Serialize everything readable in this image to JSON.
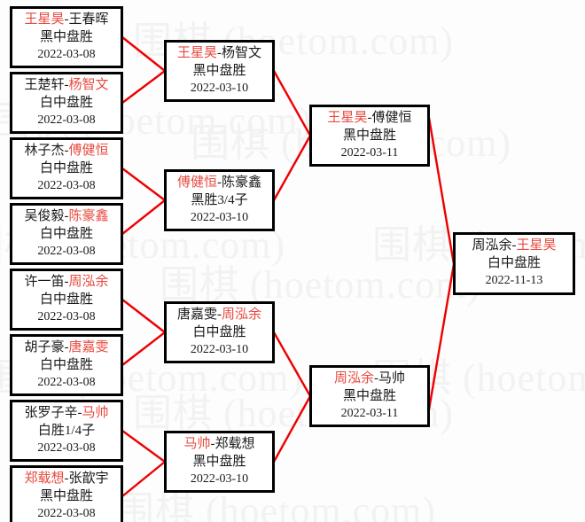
{
  "watermark": {
    "text": "围棋 (hoetom.com)",
    "color": "#f2f2f2"
  },
  "colors": {
    "winner": "#e8493f",
    "connector": "#ee0000",
    "box_border": "#000000",
    "background": "#fdfdfd",
    "text": "#1a1a1a"
  },
  "bracket": {
    "rounds": [
      {
        "name": "round-of-16",
        "matches": [
          {
            "left_player": "王星昊",
            "right_player": "王春晖",
            "winner_side": "left",
            "result": "黑中盘胜",
            "date": "2022-03-08"
          },
          {
            "left_player": "王楚轩",
            "right_player": "杨智文",
            "winner_side": "right",
            "result": "白中盘胜",
            "date": "2022-03-08"
          },
          {
            "left_player": "林子杰",
            "right_player": "傅健恒",
            "winner_side": "right",
            "result": "白中盘胜",
            "date": "2022-03-08"
          },
          {
            "left_player": "吴俊毅",
            "right_player": "陈豪鑫",
            "winner_side": "right",
            "result": "白中盘胜",
            "date": "2022-03-08"
          },
          {
            "left_player": "许一笛",
            "right_player": "周泓余",
            "winner_side": "right",
            "result": "白中盘胜",
            "date": "2022-03-08"
          },
          {
            "left_player": "胡子豪",
            "right_player": "唐嘉雯",
            "winner_side": "right",
            "result": "白中盘胜",
            "date": "2022-03-08"
          },
          {
            "left_player": "张罗子辛",
            "right_player": "马帅",
            "winner_side": "right",
            "result": "白胜1/4子",
            "date": "2022-03-08"
          },
          {
            "left_player": "郑载想",
            "right_player": "张歆宇",
            "winner_side": "left",
            "result": "黑中盘胜",
            "date": "2022-03-08"
          }
        ]
      },
      {
        "name": "quarterfinals",
        "matches": [
          {
            "left_player": "王星昊",
            "right_player": "杨智文",
            "winner_side": "left",
            "result": "黑中盘胜",
            "date": "2022-03-10"
          },
          {
            "left_player": "傅健恒",
            "right_player": "陈豪鑫",
            "winner_side": "left",
            "result": "黑胜3/4子",
            "date": "2022-03-10"
          },
          {
            "left_player": "唐嘉雯",
            "right_player": "周泓余",
            "winner_side": "right",
            "result": "白中盘胜",
            "date": "2022-03-10"
          },
          {
            "left_player": "马帅",
            "right_player": "郑载想",
            "winner_side": "left",
            "result": "黑中盘胜",
            "date": "2022-03-10"
          }
        ]
      },
      {
        "name": "semifinals",
        "matches": [
          {
            "left_player": "王星昊",
            "right_player": "傅健恒",
            "winner_side": "left",
            "result": "黑中盘胜",
            "date": "2022-03-11"
          },
          {
            "left_player": "周泓余",
            "right_player": "马帅",
            "winner_side": "left",
            "result": "黑中盘胜",
            "date": "2022-03-11"
          }
        ]
      },
      {
        "name": "final",
        "matches": [
          {
            "left_player": "周泓余",
            "right_player": "王星昊",
            "winner_side": "right",
            "result": "白中盘胜",
            "date": "2022-11-13"
          }
        ]
      }
    ]
  }
}
